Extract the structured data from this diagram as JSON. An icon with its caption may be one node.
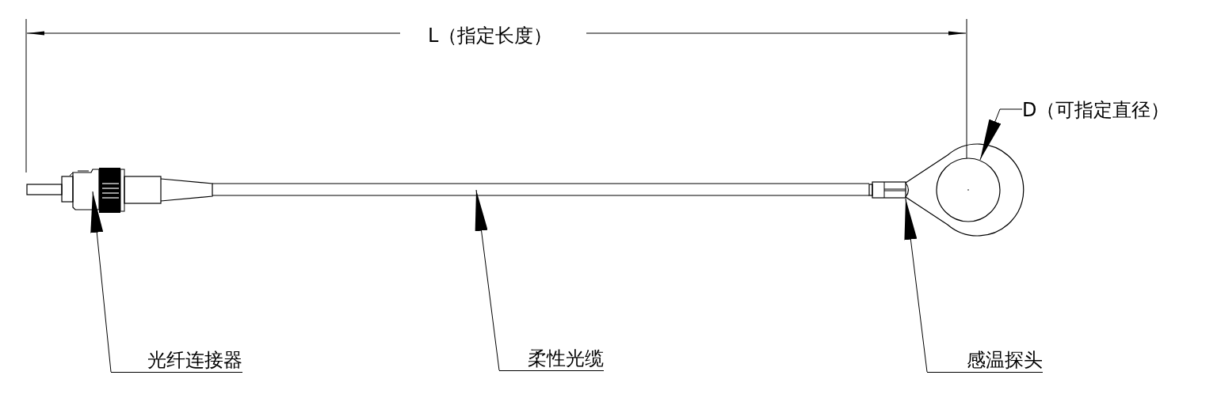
{
  "diagram": {
    "nodes": [
      {
        "text": [
          "光纤连接器"
        ]
      },
      {
        "text": [],
        "shape": "picture"
      },
      {
        "text": [
          "柔性光缆"
        ]
      },
      {
        "text": [],
        "shape": "picture"
      },
      {
        "text": [
          "感温探头"
        ]
      },
      {
        "text": [],
        "shape": "picture"
      },
      {
        "text": [
          "D（可指定直径）"
        ]
      },
      {
        "text": [],
        "shape": "picture"
      }
    ],
    "edges": [
      {
        "from": 0,
        "to": 1,
        "arrow": "to"
      },
      {
        "from": 2,
        "to": 3,
        "arrow": "to"
      },
      {
        "from": 4,
        "to": 5,
        "arrow": "to"
      },
      {
        "from": 6,
        "to": 7,
        "arrow": "to"
      }
    ],
    "labels": [
      "L（指定长度）"
    ]
  }
}
